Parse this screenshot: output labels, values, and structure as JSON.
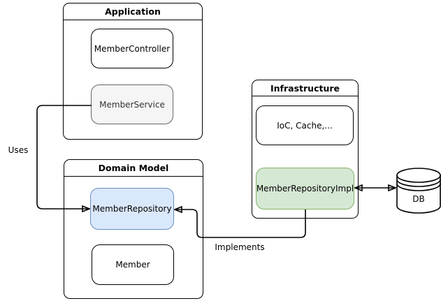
{
  "application": {
    "title": "Application",
    "controller": "MemberController",
    "service": "MemberService"
  },
  "domain_model": {
    "title": "Domain Model",
    "repository": "MemberRepository",
    "member": "Member"
  },
  "infrastructure": {
    "title": "Infrastructure",
    "ioc": "IoC, Cache,...",
    "impl": "MemberRepositoryImpl"
  },
  "database": {
    "label": "DB"
  },
  "edges": {
    "uses_label": "Uses",
    "implements_label": "Implements"
  },
  "colors": {
    "background": "#ffffff",
    "line": "#000000",
    "gray_fill": "#f5f5f5",
    "gray_stroke": "#666666",
    "blue_fill": "#dae8fc",
    "blue_stroke": "#6c8ebf",
    "green_fill": "#d5e8d4",
    "green_stroke": "#82b366"
  }
}
